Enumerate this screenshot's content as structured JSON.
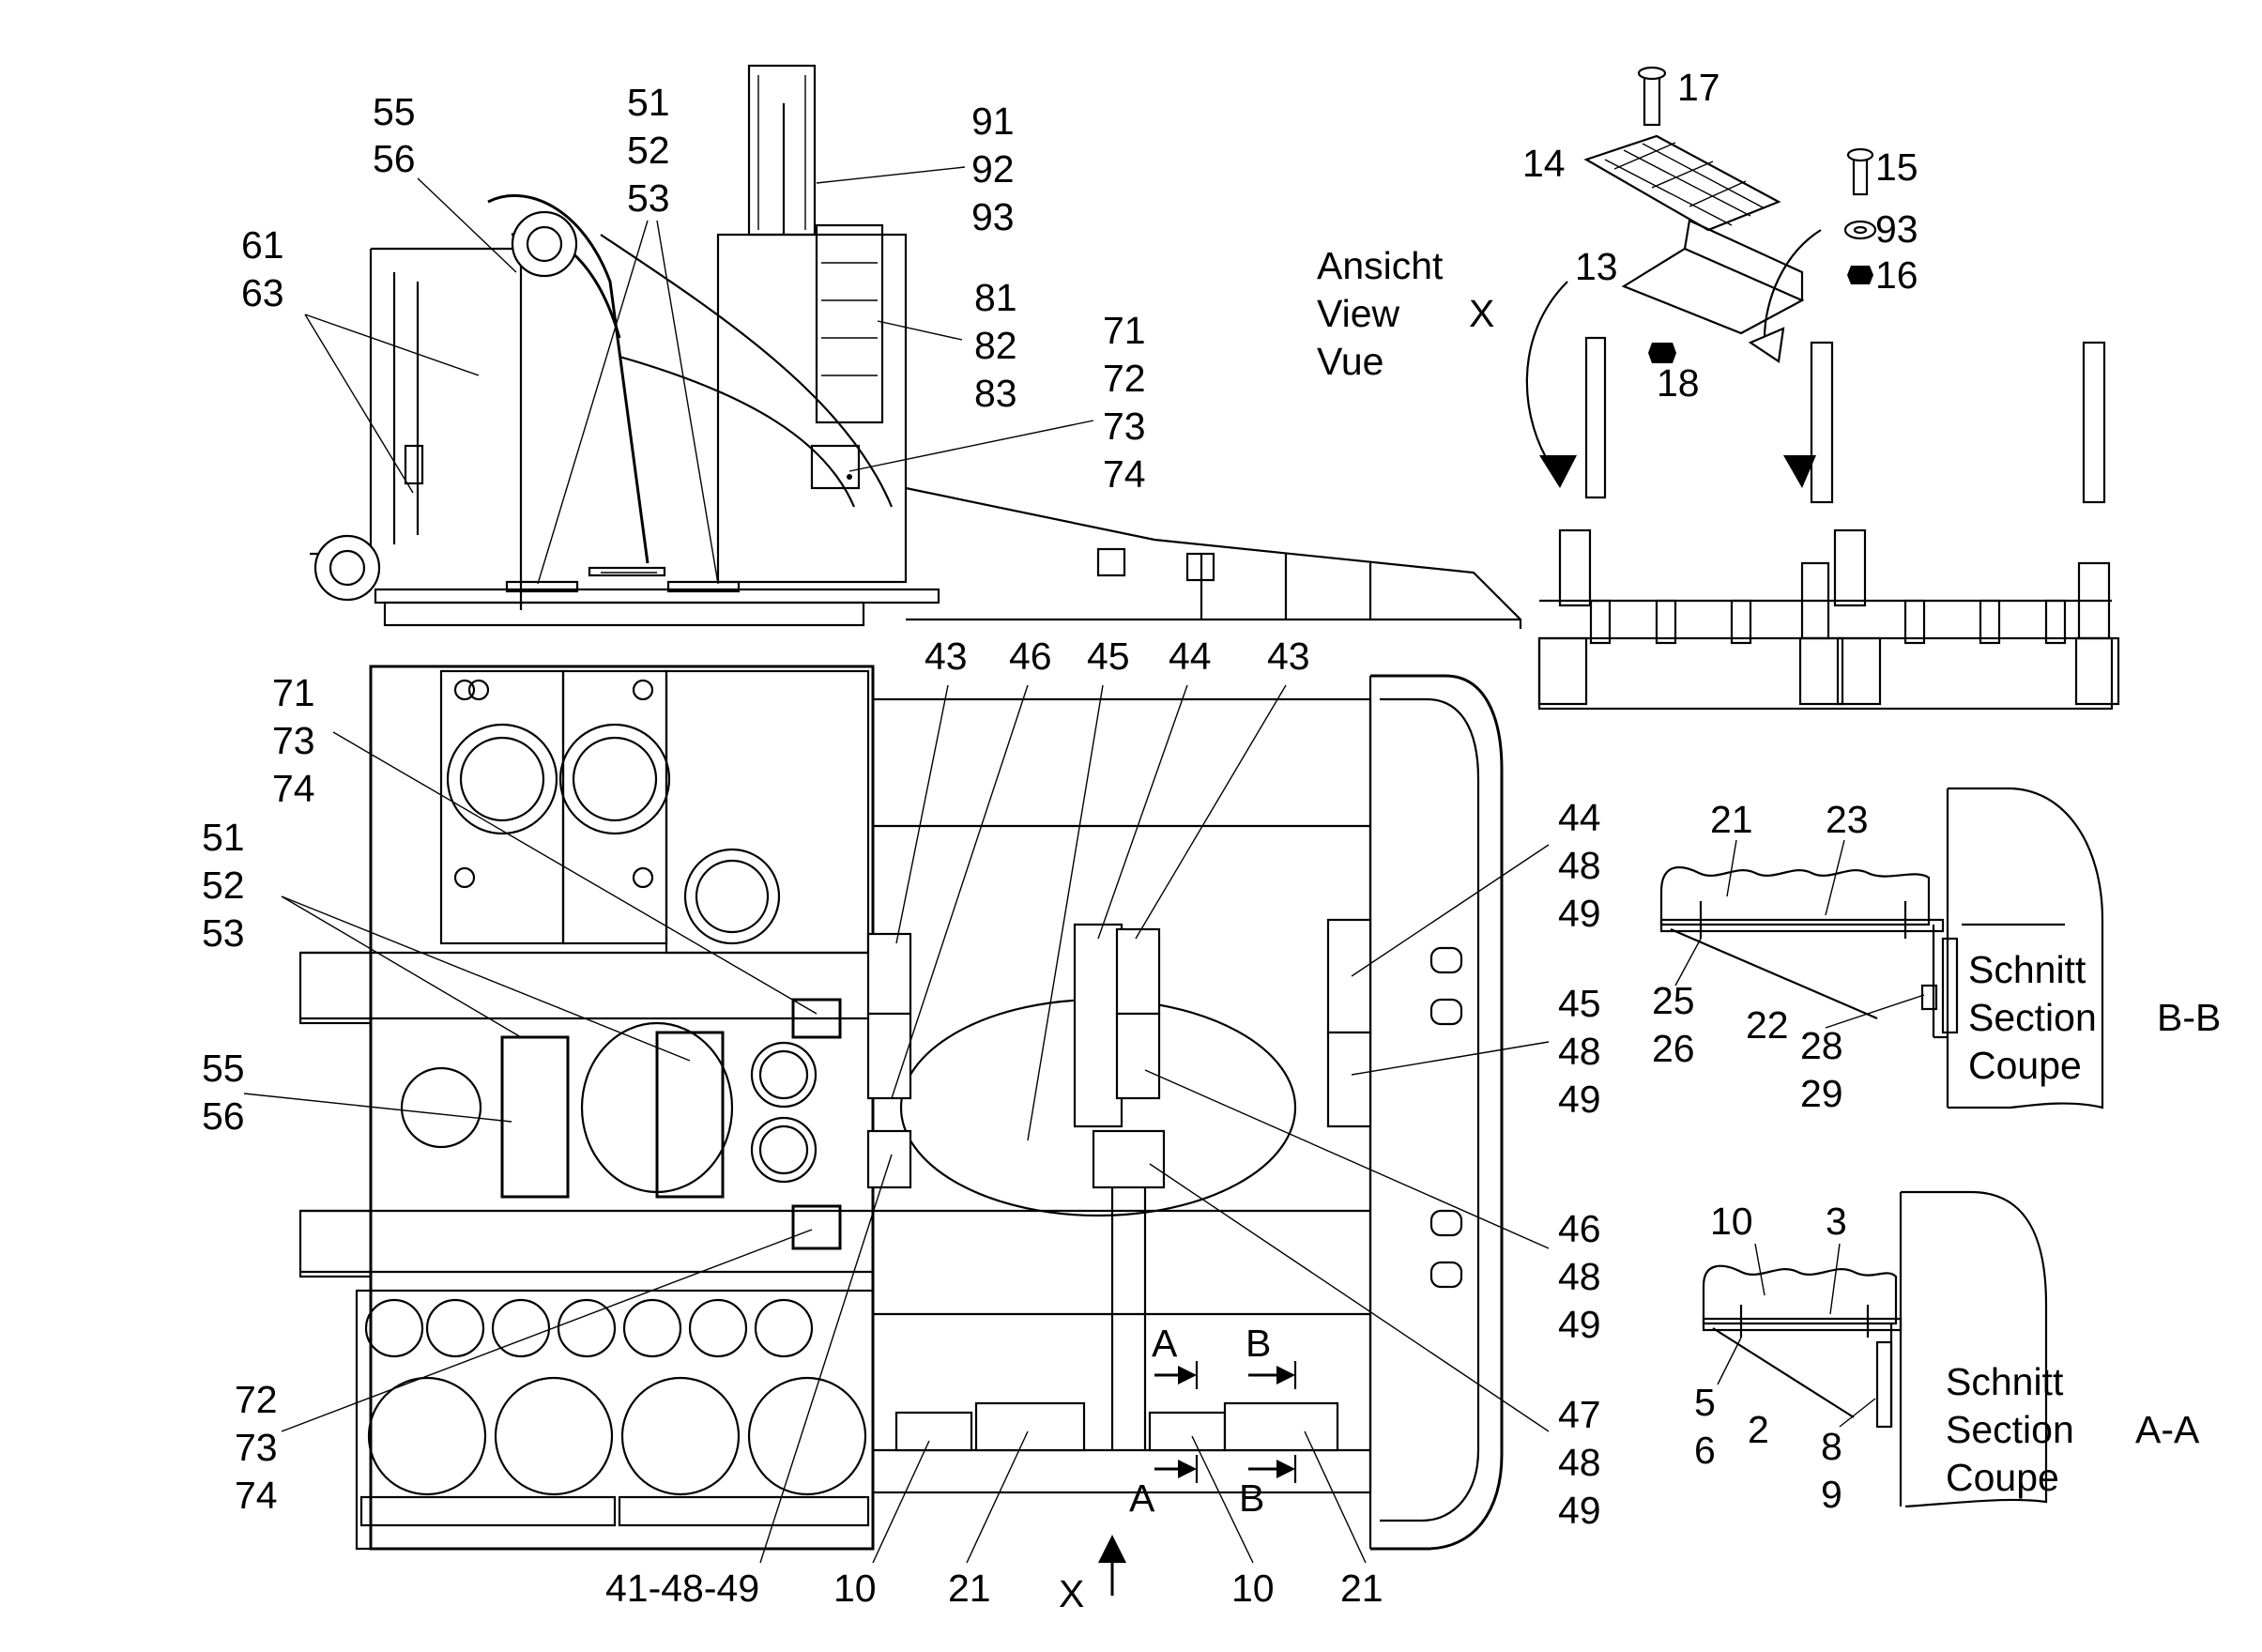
{
  "side_view": {
    "labels": {
      "l55_56": [
        "55",
        "56"
      ],
      "l51_53": [
        "51",
        "52",
        "53"
      ],
      "l91_93": [
        "91",
        "92",
        "93"
      ],
      "l61_63": [
        "61",
        "63"
      ],
      "l81_83": [
        "81",
        "82",
        "83"
      ],
      "l71_74": [
        "71",
        "72",
        "73",
        "74"
      ]
    }
  },
  "view_x": {
    "title": [
      "Ansicht",
      "View",
      "Vue"
    ],
    "letter": "X",
    "labels": {
      "l17": "17",
      "l14": "14",
      "l15": "15",
      "l93": "93",
      "l13": "13",
      "l16": "16",
      "l18": "18"
    }
  },
  "plan_view": {
    "top_labels": [
      "43",
      "46",
      "45",
      "44",
      "43"
    ],
    "left_labels": {
      "l71_73_74": [
        "71",
        "73",
        "74"
      ],
      "l51_53": [
        "51",
        "52",
        "53"
      ],
      "l55_56": [
        "55",
        "56"
      ],
      "l72_74": [
        "72",
        "73",
        "74"
      ]
    },
    "right_labels": {
      "g44": [
        "44",
        "48",
        "49"
      ],
      "g45": [
        "45",
        "48",
        "49"
      ],
      "g46": [
        "46",
        "48",
        "49"
      ],
      "g47": [
        "47",
        "48",
        "49"
      ]
    },
    "bottom_labels": {
      "l41": "41-48-49",
      "l10a": "10",
      "l21a": "21",
      "lx": "X",
      "l10b": "10",
      "l21b": "21"
    },
    "section_marks": {
      "a_top": "A",
      "b_top": "B",
      "a_bot": "A",
      "b_bot": "B"
    }
  },
  "section_bb": {
    "title": [
      "Schnitt",
      "Section",
      "Coupe"
    ],
    "name": "B-B",
    "labels": {
      "l21": "21",
      "l23": "23",
      "l25_26": [
        "25",
        "26"
      ],
      "l22": "22",
      "l28_29": [
        "28",
        "29"
      ]
    }
  },
  "section_aa": {
    "title": [
      "Schnitt",
      "Section",
      "Coupe"
    ],
    "name": "A-A",
    "labels": {
      "l10": "10",
      "l3": "3",
      "l5_6": [
        "5",
        "6"
      ],
      "l2": "2",
      "l8_9": [
        "8",
        "9"
      ]
    }
  }
}
